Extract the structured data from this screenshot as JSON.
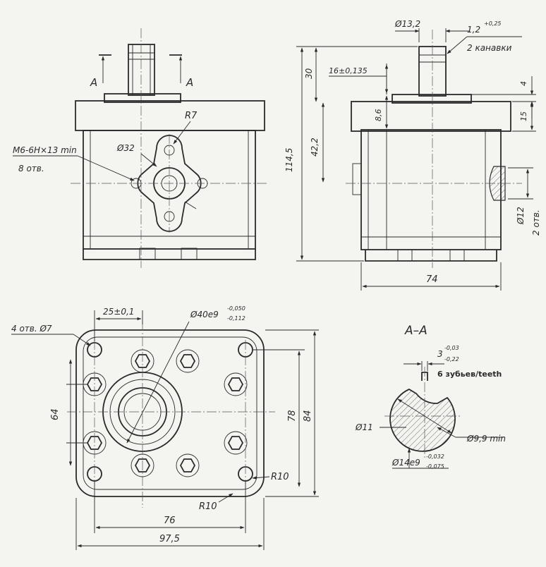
{
  "front_view": {
    "section_letter_left": "A",
    "section_letter_right": "A",
    "thread_label": "M6-6H×13 min",
    "thread_count": "8 отв.",
    "radius_label": "R7",
    "bolt_circle_label": "Ø32"
  },
  "side_view": {
    "shaft_dia": "Ø13,2",
    "groove_width": "1,2",
    "groove_tol": "+0,25",
    "groove_count": "2 канавки",
    "shaft_len_tol": "16±0,135",
    "dim_30": "30",
    "dim_8_6": "8,6",
    "dim_42_2": "42,2",
    "dim_114_5": "114,5",
    "dim_4": "4",
    "dim_15": "15",
    "port_dia": "Ø12",
    "port_count": "2 отв.",
    "width_74": "74"
  },
  "bottom_view": {
    "hole_label": "4 отв. Ø7",
    "offset_label": "25±0,1",
    "spigot_dia": "Ø40e9",
    "spigot_tol_upper": "-0,050",
    "spigot_tol_lower": "-0,112",
    "dim_64": "64",
    "dim_78": "78",
    "dim_84": "84",
    "dim_76": "76",
    "dim_97_5": "97,5",
    "radius_right": "R10",
    "radius_bottom": "R10"
  },
  "section_view": {
    "title": "A–A",
    "key_width": "3",
    "key_tol_upper": "-0,03",
    "key_tol_lower": "-0,22",
    "teeth_label": "6 зубьев/teeth",
    "dia_11": "Ø11",
    "dia_9_9": "Ø9,9 min",
    "dia_14": "Ø14e9",
    "dia_14_tol_upper": "-0,032",
    "dia_14_tol_lower": "-0,075"
  }
}
